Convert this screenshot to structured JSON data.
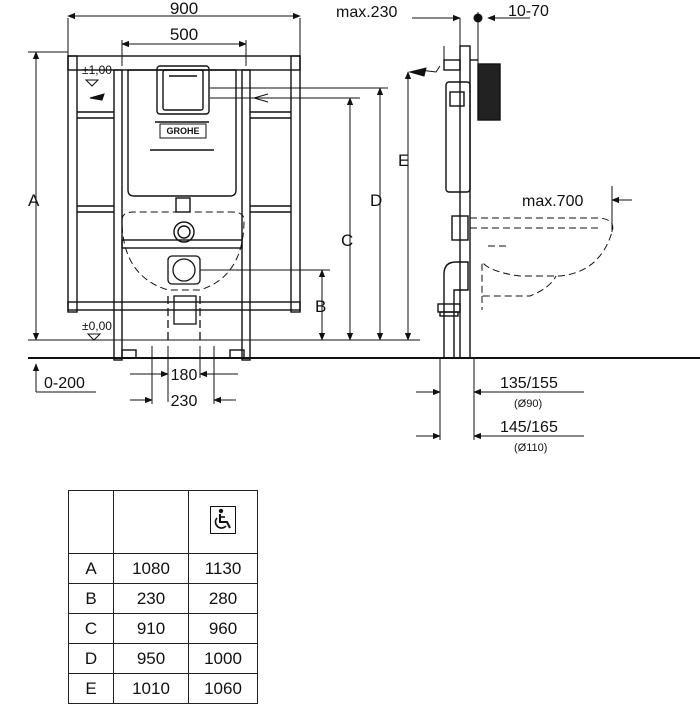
{
  "drawing": {
    "dimensions": {
      "overall_width": "900",
      "frame_width": "500",
      "depth_max": "max.230",
      "wall_gap": "10-70",
      "level_top": "±1,00",
      "level_zero": "±0,00",
      "floor_adjust": "0-200",
      "outlet_spacing": "180",
      "outlet_width": "230",
      "bowl_max": "max.700",
      "outlet_90": "135/155",
      "outlet_90_dia": "(Ø90)",
      "outlet_110": "145/165",
      "outlet_110_dia": "(Ø110)"
    },
    "letters": {
      "a": "A",
      "b": "B",
      "c": "C",
      "d": "D",
      "e": "E"
    },
    "brand": "GROHE"
  },
  "table": {
    "wheelchair_icon": "wheelchair-icon",
    "rows": [
      {
        "key": "A",
        "standard": "1080",
        "accessible": "1130"
      },
      {
        "key": "B",
        "standard": "230",
        "accessible": "280"
      },
      {
        "key": "C",
        "standard": "910",
        "accessible": "960"
      },
      {
        "key": "D",
        "standard": "950",
        "accessible": "1000"
      },
      {
        "key": "E",
        "standard": "1010",
        "accessible": "1060"
      }
    ]
  }
}
